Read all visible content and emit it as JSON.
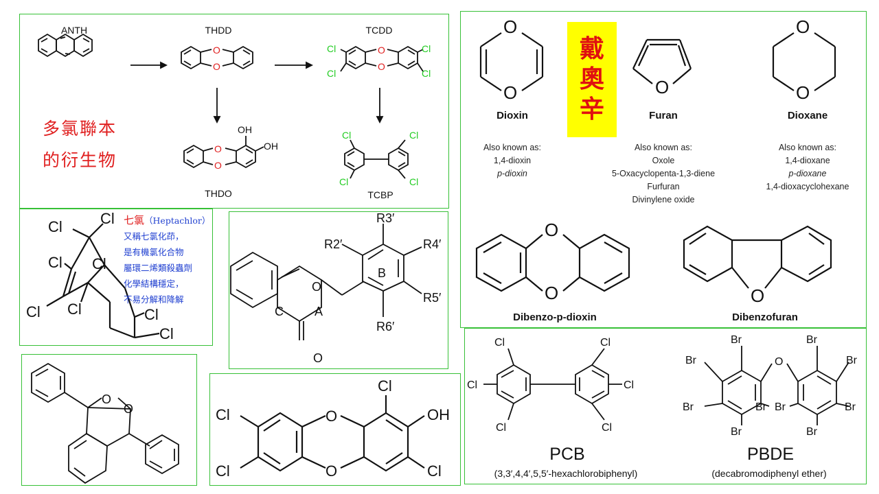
{
  "panel_derivatives": {
    "anth_label": "ANTH",
    "thdd_label": "THDD",
    "tcdd_label": "TCDD",
    "thdo_label": "THDO",
    "tcbp_label": "TCBP",
    "cl": "Cl",
    "oh": "OH",
    "o": "O",
    "title_line1": "多氯聯本",
    "title_line2": "的衍生物"
  },
  "panel_dioxin": {
    "cjk_title": [
      "戴",
      "奧",
      "辛"
    ],
    "dioxin_label": "Dioxin",
    "furan_label": "Furan",
    "dioxane_label": "Dioxane",
    "dioxin_aka": [
      "Also known as:",
      "1,4-dioxin",
      "p-dioxin"
    ],
    "furan_aka": [
      "Also known as:",
      "Oxole",
      "5-Oxacyclopenta-1,3-diene",
      "Furfuran",
      "Divinylene oxide"
    ],
    "dioxane_aka": [
      "Also known as:",
      "1,4-dioxane",
      "p-dioxane",
      "1,4-dioxacyclohexane"
    ],
    "dibenzo_dioxin_label": "Dibenzo-p-dioxin",
    "dibenzofuran_label": "Dibenzofuran",
    "o": "O"
  },
  "panel_heptachlor": {
    "title_cjk": "七氯",
    "title_latin": "（Heptachlor）",
    "lines": [
      "又稱七氯化茚，",
      "是有機氯化合物",
      "屬環二烯類殺蟲劑",
      "化學結構穩定，",
      "不易分解和降解"
    ],
    "cl": "Cl"
  },
  "panel_flavone": {
    "r3": "R3′",
    "r2": "R2′",
    "r4": "R4′",
    "r5": "R5′",
    "r6": "R6′",
    "ring_a": "A",
    "ring_b": "B",
    "ring_c": "C",
    "o": "O"
  },
  "panel_oxo": {
    "o": "O"
  },
  "panel_tcdd_oh": {
    "cl": "Cl",
    "oh": "OH",
    "o": "O"
  },
  "panel_pcb": {
    "pcb_label": "PCB",
    "pcb_full": "(3,3′,4,4′,5,5′-hexachlorobiphenyl)",
    "pbde_label": "PBDE",
    "pbde_full": "(decabromodiphenyl ether)",
    "cl": "Cl",
    "br": "Br",
    "o": "O"
  }
}
